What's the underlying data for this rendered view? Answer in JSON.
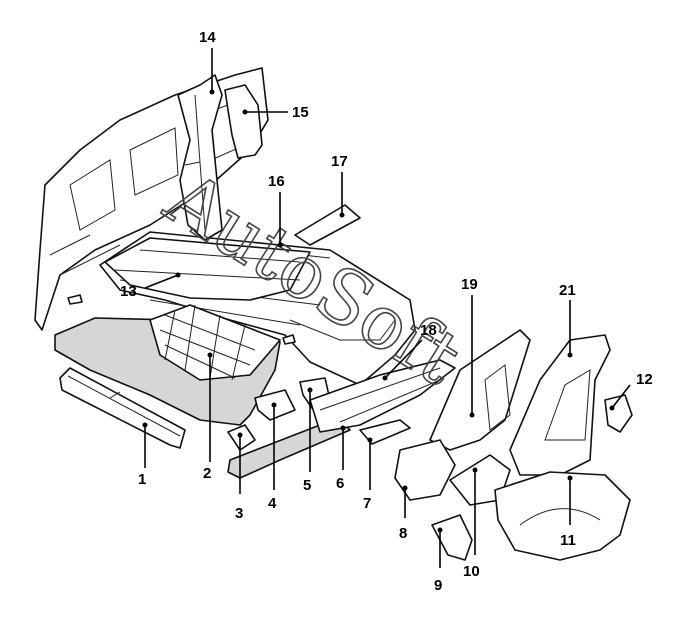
{
  "diagram": {
    "watermark": "AutoSoft",
    "callouts": [
      {
        "id": "c1",
        "label": "1"
      },
      {
        "id": "c2",
        "label": "2"
      },
      {
        "id": "c3",
        "label": "3"
      },
      {
        "id": "c4",
        "label": "4"
      },
      {
        "id": "c5",
        "label": "5"
      },
      {
        "id": "c6",
        "label": "6"
      },
      {
        "id": "c7",
        "label": "7"
      },
      {
        "id": "c8",
        "label": "8"
      },
      {
        "id": "c9",
        "label": "9"
      },
      {
        "id": "c10",
        "label": "10"
      },
      {
        "id": "c11",
        "label": "11"
      },
      {
        "id": "c12",
        "label": "12"
      },
      {
        "id": "c13",
        "label": "13"
      },
      {
        "id": "c14",
        "label": "14"
      },
      {
        "id": "c15",
        "label": "15"
      },
      {
        "id": "c16",
        "label": "16"
      },
      {
        "id": "c17",
        "label": "17"
      },
      {
        "id": "c18",
        "label": "18"
      },
      {
        "id": "c19",
        "label": "19"
      },
      {
        "id": "c21",
        "label": "21"
      }
    ]
  }
}
